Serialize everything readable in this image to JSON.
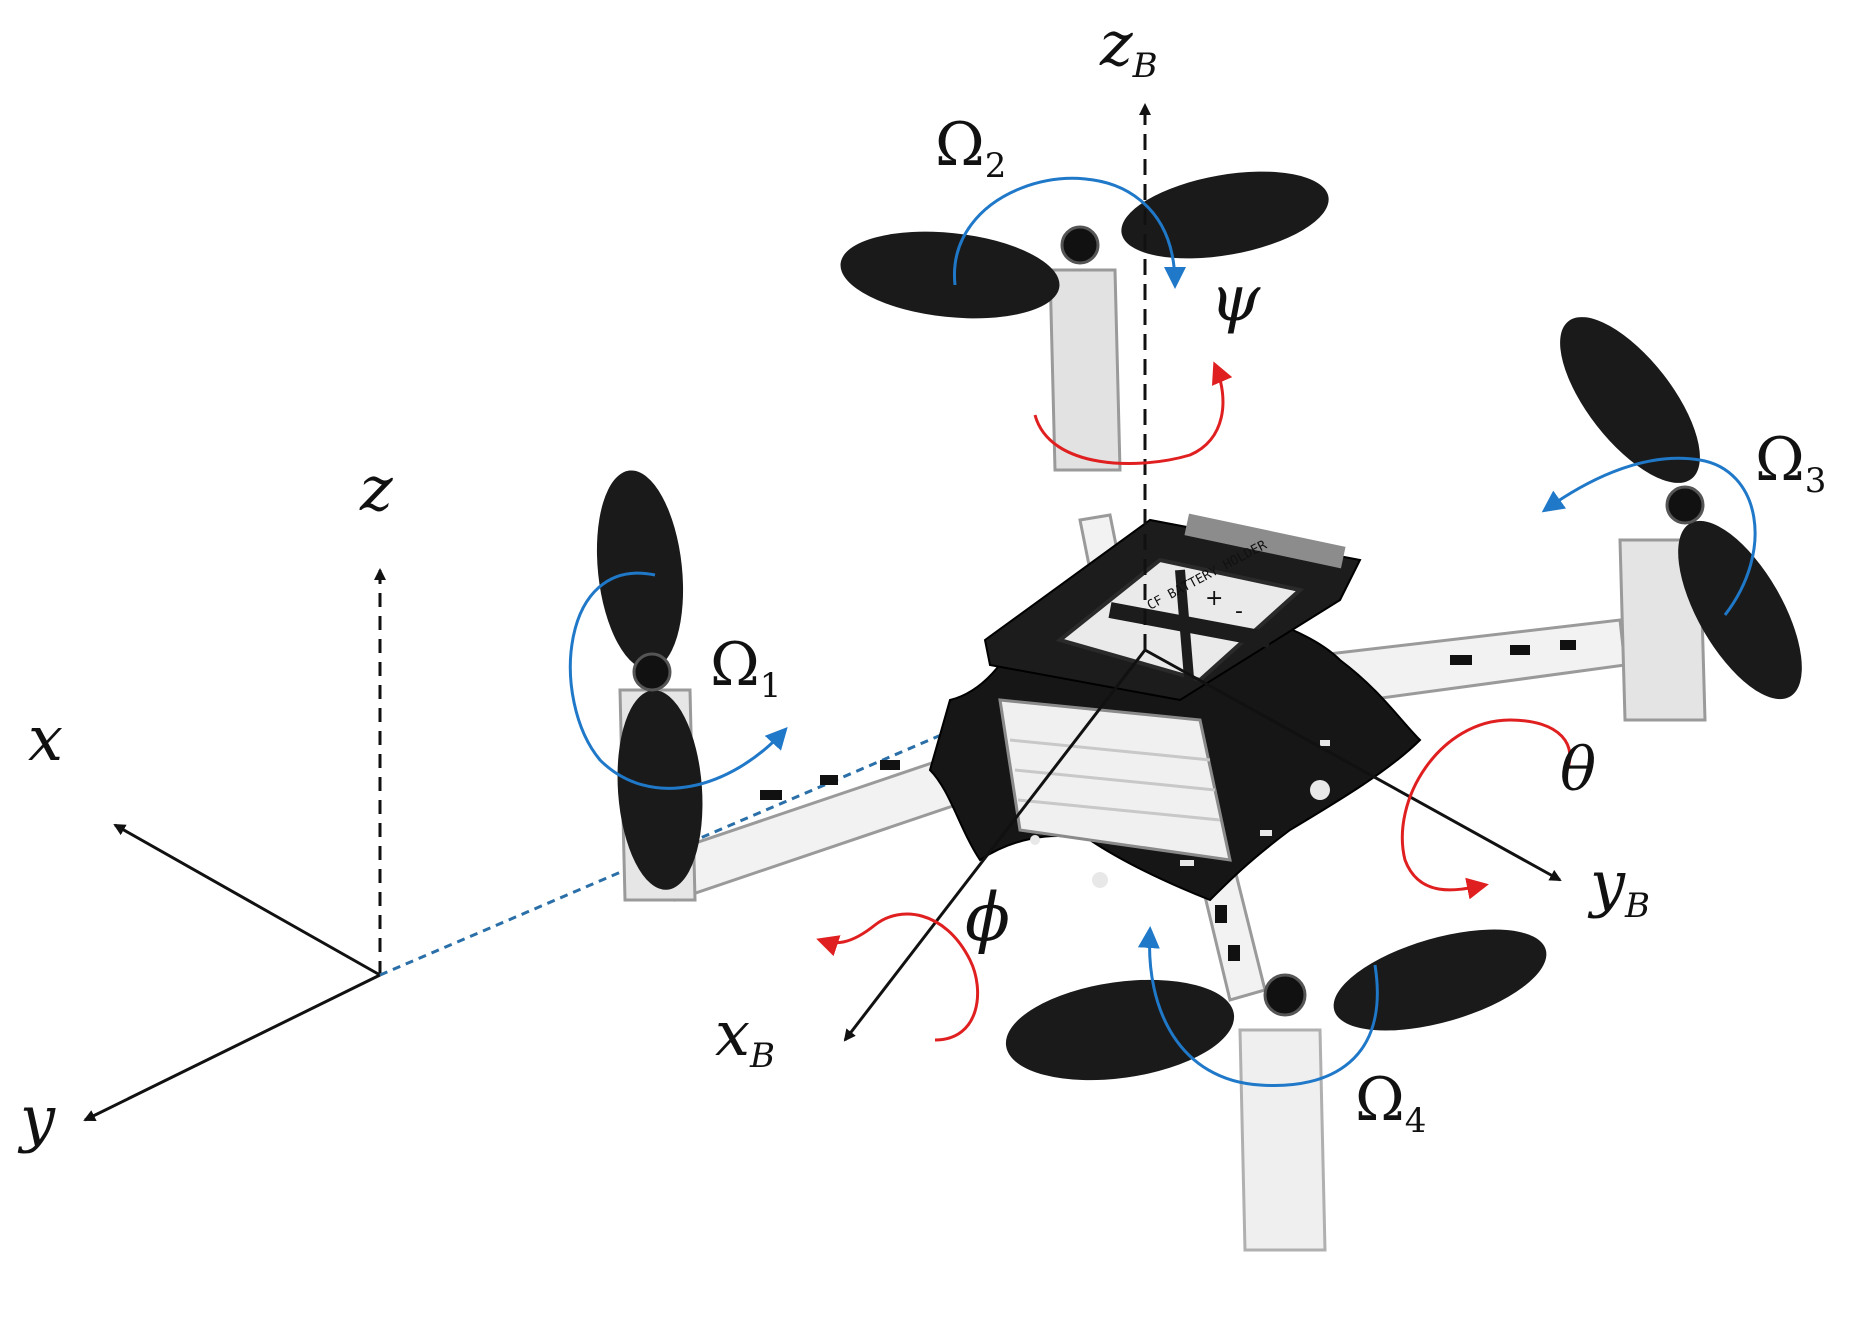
{
  "colors": {
    "ink": "#111111",
    "rotor_arrow": "#1f78c8",
    "rotation_arrow": "#e02020",
    "link_line": "#2a6fa8",
    "propeller": "#1a1a1a",
    "frame": "#161616"
  },
  "labels": {
    "world_x": "x",
    "world_y": "y",
    "world_z": "z",
    "body_x": "x",
    "body_x_sub": "B",
    "body_y": "y",
    "body_y_sub": "B",
    "body_z": "z",
    "body_z_sub": "B",
    "roll": "ϕ",
    "pitch": "θ",
    "yaw": "ψ",
    "rotor1": "Ω",
    "rotor1_sub": "1",
    "rotor2": "Ω",
    "rotor2_sub": "2",
    "rotor3": "Ω",
    "rotor3_sub": "3",
    "rotor4": "Ω",
    "rotor4_sub": "4"
  },
  "board_text": {
    "deck_label": "CF BATTERY HOLDER",
    "deck_plus": "+",
    "deck_minus": "-"
  }
}
